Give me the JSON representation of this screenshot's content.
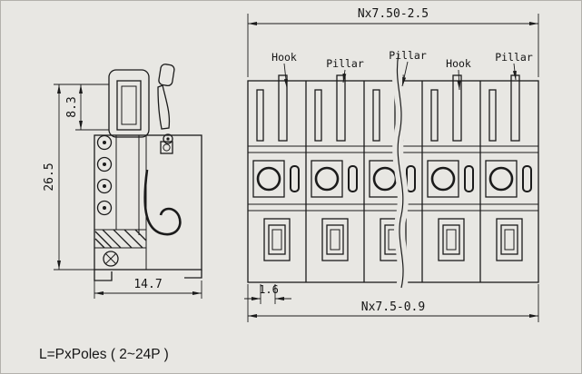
{
  "colors": {
    "background": "#e8e7e3",
    "line": "#1b1b1b"
  },
  "dimensions": {
    "top_width": "Nx7.50-2.5",
    "upper_height": "8.3",
    "total_height": "26.5",
    "base_width": "14.7",
    "slot_offset": "1.6",
    "bottom_width": "Nx7.5-0.9"
  },
  "annotations": [
    {
      "label": "Hook"
    },
    {
      "label": "Pillar"
    },
    {
      "label": "Pillar"
    },
    {
      "label": "Hook"
    },
    {
      "label": "Pillar"
    }
  ],
  "formula": "L=PxPoles ( 2~24P )"
}
